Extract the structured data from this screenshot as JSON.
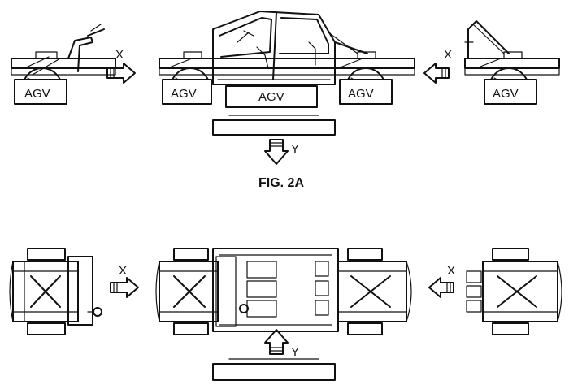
{
  "figure": {
    "caption": "FIG. 2A",
    "vehicle_label": "AGV",
    "arrow_x_label": "X",
    "arrow_y_label": "Y"
  },
  "colors": {
    "ink": "#111111",
    "paper": "#ffffff"
  }
}
